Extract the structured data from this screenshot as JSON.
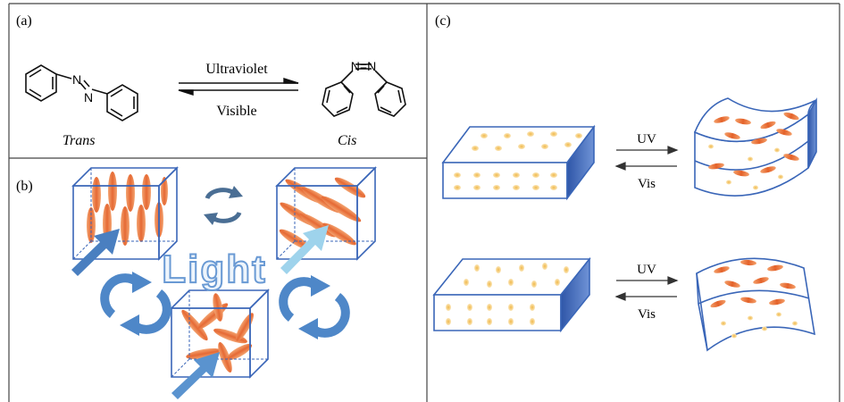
{
  "panel_a": {
    "label": "(a)",
    "forward_label": "Ultraviolet",
    "reverse_label": "Visible",
    "trans_name": "Trans",
    "cis_name": "Cis",
    "atom_n": "N",
    "bond_nn": "N=N"
  },
  "panel_b": {
    "label": "(b)",
    "center_text": "Light"
  },
  "panel_c": {
    "label": "(c)",
    "top_forward": "UV",
    "top_reverse": "Vis",
    "bottom_forward": "UV",
    "bottom_reverse": "Vis"
  },
  "colors": {
    "border": "#333333",
    "box_edge": "#3a66b8",
    "box_side": "#3d63b5",
    "rod": "#e8733a",
    "dot": "#f2c46a",
    "arrow_dark": "#4a7fc0",
    "arrow_light": "#9ed3ec",
    "cycle_arrow": "#4e87c8"
  }
}
